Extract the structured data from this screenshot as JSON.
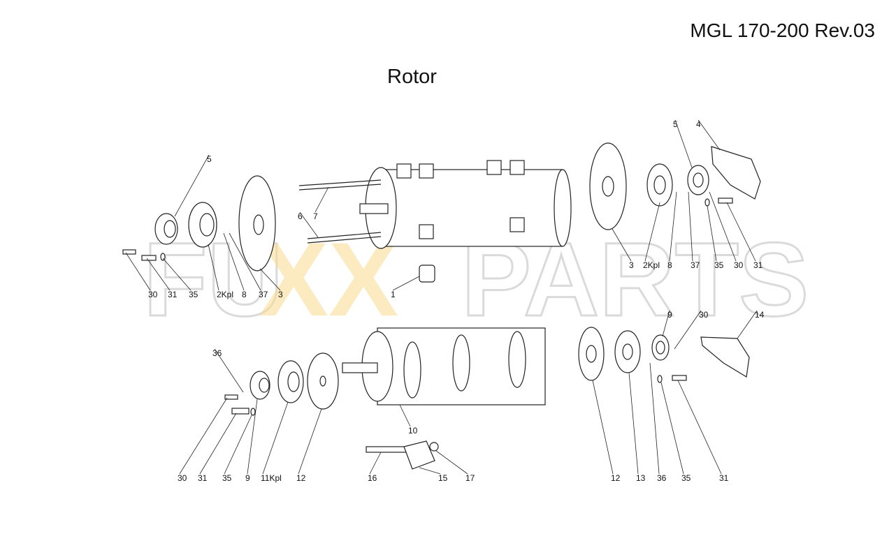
{
  "header": {
    "document_id": "MGL 170-200 Rev.03",
    "title": "Rotor"
  },
  "watermark": {
    "text_left": "FU",
    "text_x": "XX",
    "text_right": "PARTS",
    "accent_color": "#f5c040",
    "outline_color": "#bdbdbd"
  },
  "callouts": [
    "5",
    "30",
    "31",
    "35",
    "2Kpl",
    "8",
    "37",
    "3",
    "7",
    "6",
    "1",
    "5",
    "4",
    "3",
    "2Kpl",
    "8",
    "37",
    "35",
    "30",
    "31",
    "14",
    "30",
    "9",
    "36",
    "30",
    "31",
    "35",
    "9",
    "11Kpl",
    "12",
    "10",
    "16",
    "15",
    "17",
    "12",
    "13",
    "36",
    "35",
    "31"
  ]
}
